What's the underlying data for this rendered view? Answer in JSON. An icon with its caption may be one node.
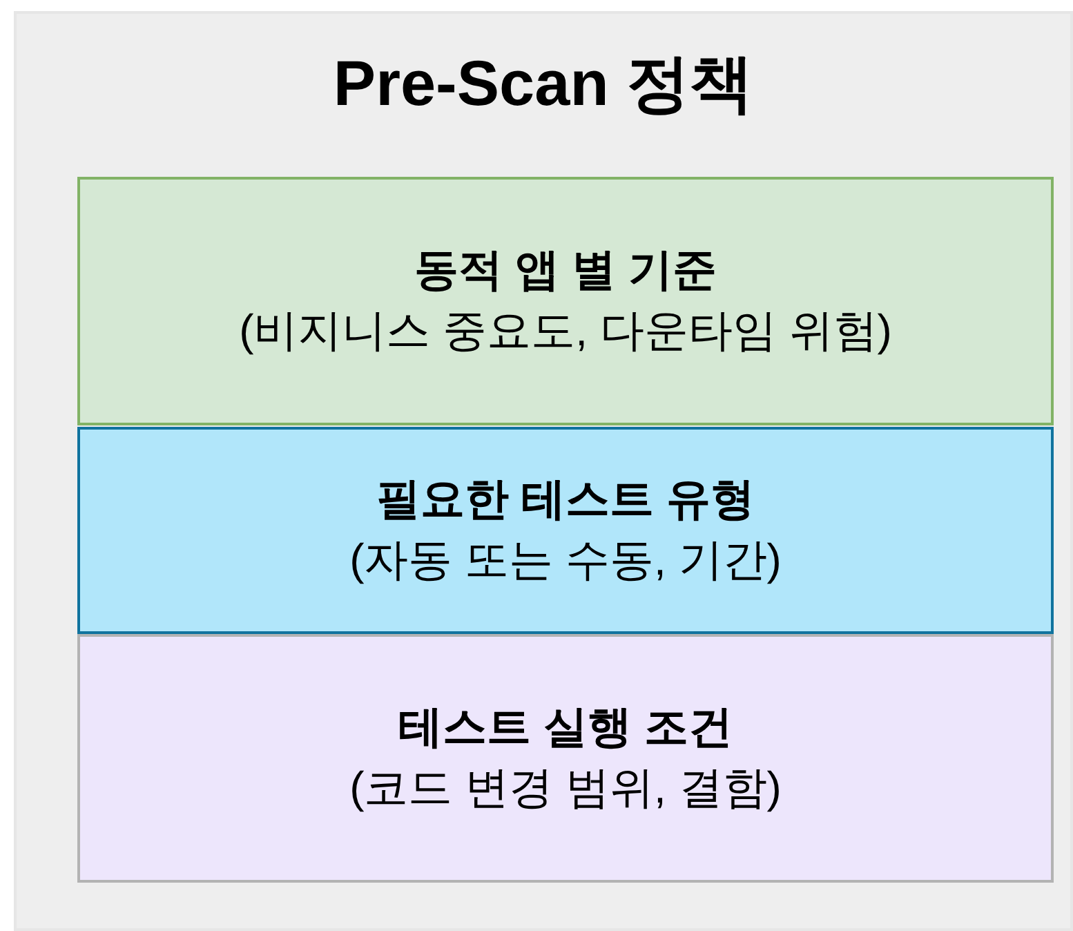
{
  "diagram": {
    "nodes": [
      {
        "text": [
          "Pre-Scan 정책"
        ]
      },
      {
        "text": [
          "동적 앱 별 기준",
          "(비지니스 중요도, 다운타임 위험)"
        ],
        "in": 0
      },
      {
        "text": [
          "필요한 테스트 유형",
          "(자동 또는 수동, 기간)"
        ],
        "in": 0
      },
      {
        "text": [
          "테스트 실행 조건",
          "(코드 변경 범위, 결함)"
        ],
        "in": 0
      }
    ]
  }
}
